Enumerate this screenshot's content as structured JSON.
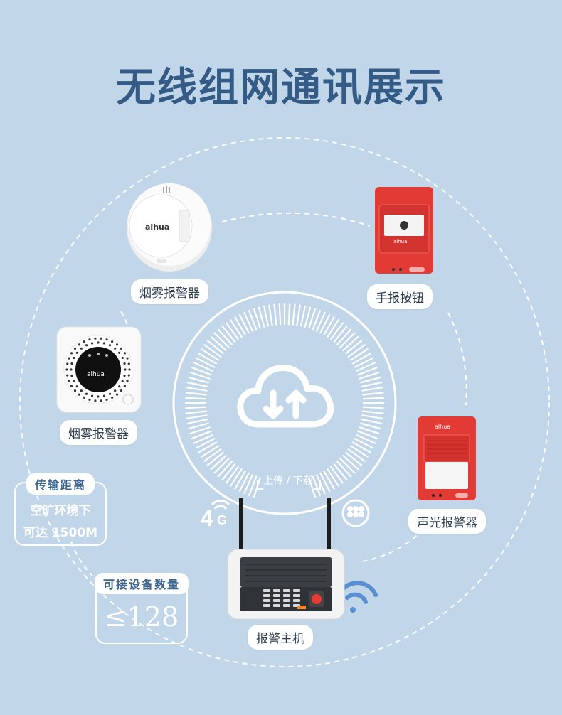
{
  "title": "无线组网通讯展示",
  "devices": {
    "smoke_round_label": "烟雾报警器",
    "manual_button_label": "手报按钮",
    "smoke_square_label": "烟雾报警器",
    "strobe_label": "声光报警器",
    "host_label": "报警主机"
  },
  "brand": "alhua",
  "cloud": {
    "updown": "上传 / 下载"
  },
  "network": {
    "badge": "4G"
  },
  "range_box": {
    "title": "传输距离",
    "line1": "空旷环境下",
    "line2": "可达 1500M"
  },
  "capacity_box": {
    "title": "可接设备数量",
    "value": "≤128"
  },
  "icons": [
    "cloud-sync-icon",
    "4g-icon",
    "ethernet-icon",
    "wifi-icon"
  ],
  "colors": {
    "background": "#c1d6e8",
    "title": "#345b85",
    "device_red": "#e53a36"
  }
}
